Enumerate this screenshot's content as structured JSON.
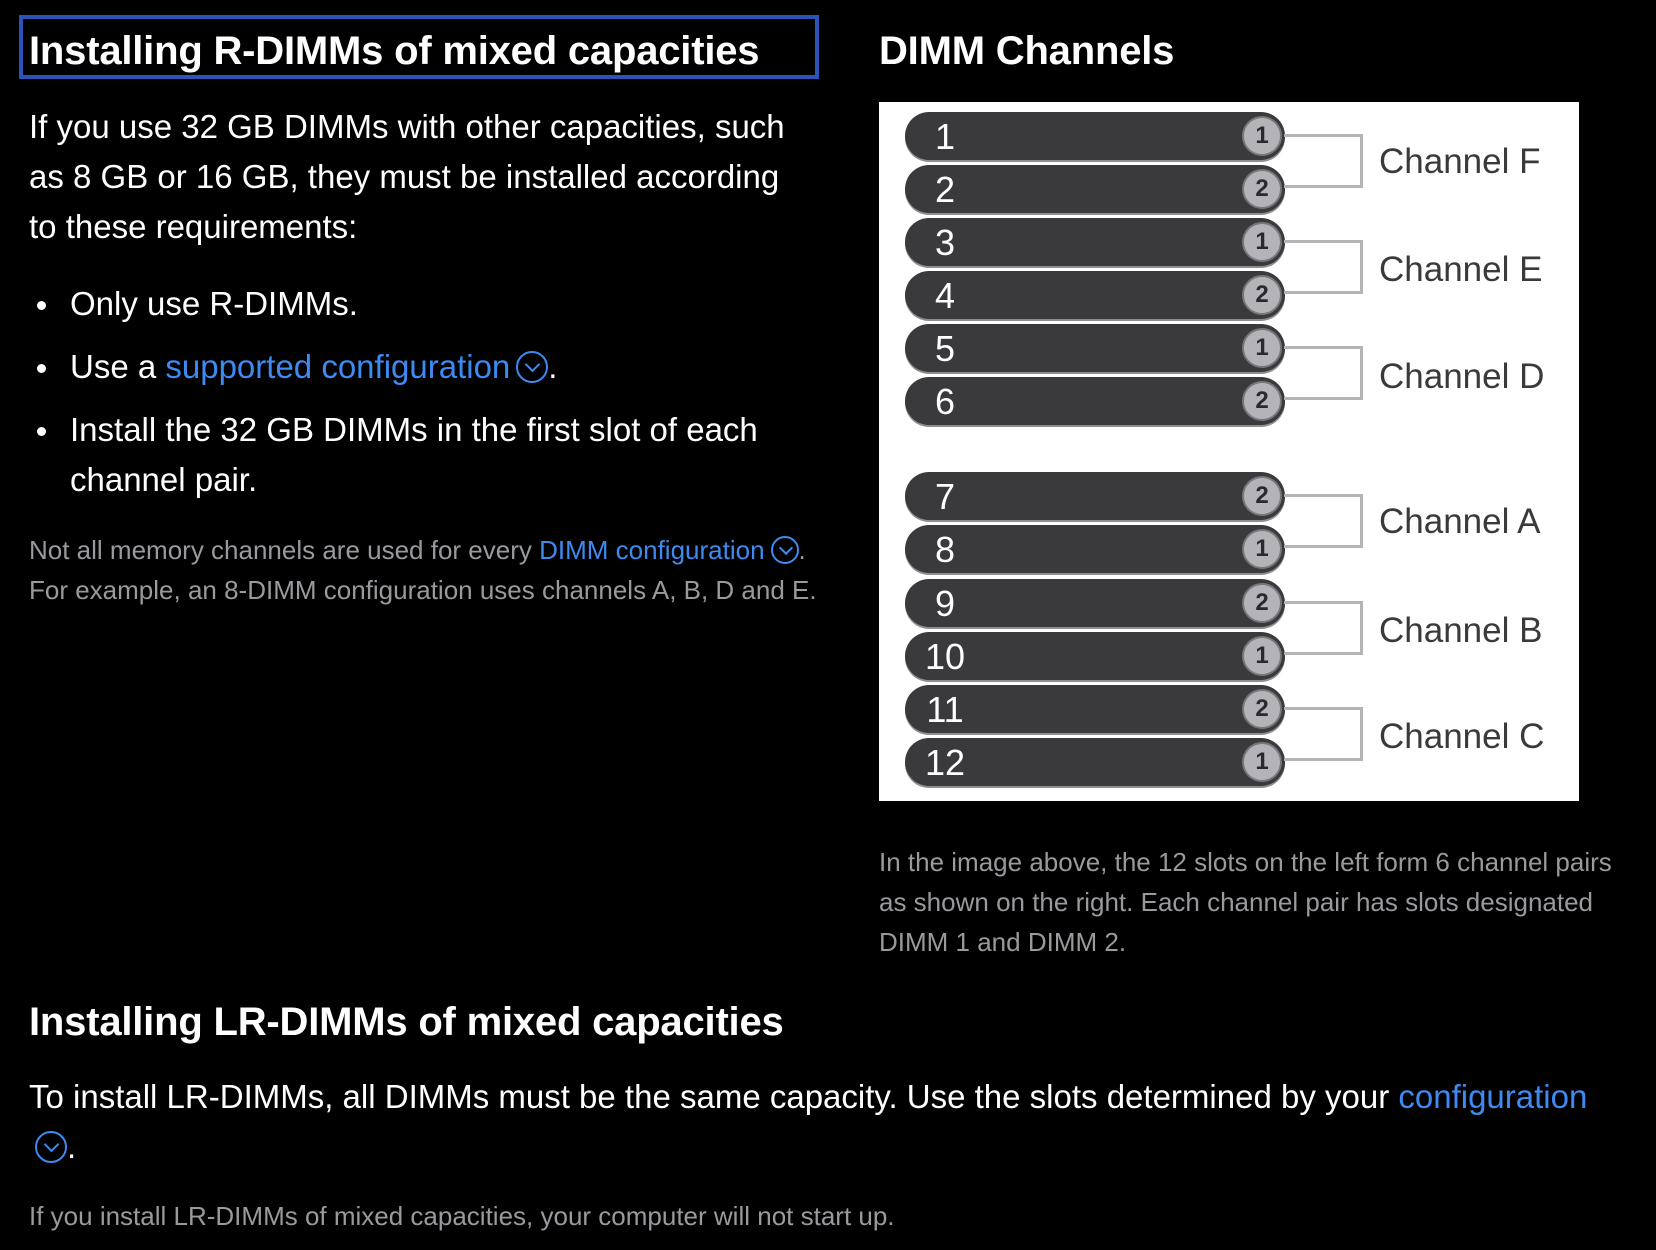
{
  "left": {
    "heading": "Installing R-DIMMs of mixed capacities",
    "intro": "If you use 32 GB DIMMs with other capacities, such as 8 GB or 16 GB, they must be installed according to these requirements:",
    "bullets": {
      "b1": "Only use R-DIMMs.",
      "b2_pre": "Use a ",
      "b2_link": "supported configuration",
      "b2_post": ".",
      "b3": "Install the 32 GB DIMMs in the first slot of each channel pair."
    },
    "note_pre": "Not all memory channels are used for every ",
    "note_link": "DIMM configuration",
    "note_post": ". For example, an 8-DIMM configuration uses channels A, B, D and E."
  },
  "right": {
    "heading": "DIMM Channels",
    "slots": [
      {
        "num": "1",
        "pos": "1"
      },
      {
        "num": "2",
        "pos": "2"
      },
      {
        "num": "3",
        "pos": "1"
      },
      {
        "num": "4",
        "pos": "2"
      },
      {
        "num": "5",
        "pos": "1"
      },
      {
        "num": "6",
        "pos": "2"
      },
      {
        "num": "7",
        "pos": "2"
      },
      {
        "num": "8",
        "pos": "1"
      },
      {
        "num": "9",
        "pos": "2"
      },
      {
        "num": "10",
        "pos": "1"
      },
      {
        "num": "11",
        "pos": "2"
      },
      {
        "num": "12",
        "pos": "1"
      }
    ],
    "channels": [
      "Channel F",
      "Channel E",
      "Channel D",
      "Channel A",
      "Channel B",
      "Channel C"
    ],
    "caption": "In the image above, the 12 slots on the left form 6 channel pairs as shown on the right. Each channel pair has slots designated DIMM 1 and DIMM 2."
  },
  "bottom": {
    "heading": "Installing LR-DIMMs of mixed capacities",
    "text_pre": "To install LR-DIMMs, all DIMMs must be the same capacity. Use the slots determined by your ",
    "text_link": "configuration",
    "text_post": ".",
    "note": "If you install LR-DIMMs of mixed capacities, your computer will not start up."
  },
  "icons": {
    "expand": "chevron-down-circle-icon"
  },
  "colors": {
    "background": "#000000",
    "link": "#3e8af0",
    "focus": "#2a54b8",
    "muted": "#9a9a9e"
  }
}
